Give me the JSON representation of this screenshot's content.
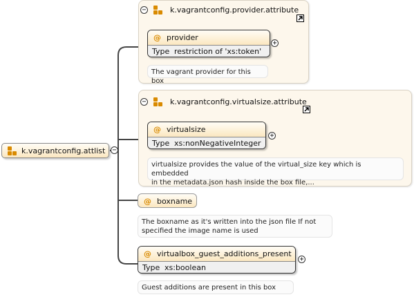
{
  "root": {
    "label": "k.vagrantconfig.attlist"
  },
  "groups": [
    {
      "title": "k.vagrantconfig.provider.attribute",
      "attribute": {
        "name": "provider",
        "type_label": "Type",
        "type_value": "restriction of 'xs:token'"
      },
      "documentation": "The vagrant provider for this box"
    },
    {
      "title": "k.vagrantconfig.virtualsize.attribute",
      "attribute": {
        "name": "virtualsize",
        "type_label": "Type",
        "type_value": "xs:nonNegativeInteger"
      },
      "documentation_line1": "virtualsize provides the value of the virtual_size key which is embedded",
      "documentation_line2": "in the metadata.json hash inside the box file,..."
    }
  ],
  "boxname": {
    "name": "boxname",
    "documentation_line1": "The boxname as it's written into the json file If not",
    "documentation_line2": "specified the image name is used"
  },
  "guest_additions": {
    "name": "virtualbox_guest_additions_present",
    "type_label": "Type",
    "type_value": "xs:boolean",
    "documentation": "Guest additions are present in this box"
  },
  "symbols": {
    "collapse": "−",
    "expand": "+",
    "attribute": "@"
  },
  "icons": [
    "attribute-group-icon",
    "link-arrow-icon",
    "collapse-icon",
    "expand-icon"
  ],
  "colors": {
    "accent": "#d98a00",
    "panel": "#fdf7ec",
    "header": "#fbe7c0"
  }
}
